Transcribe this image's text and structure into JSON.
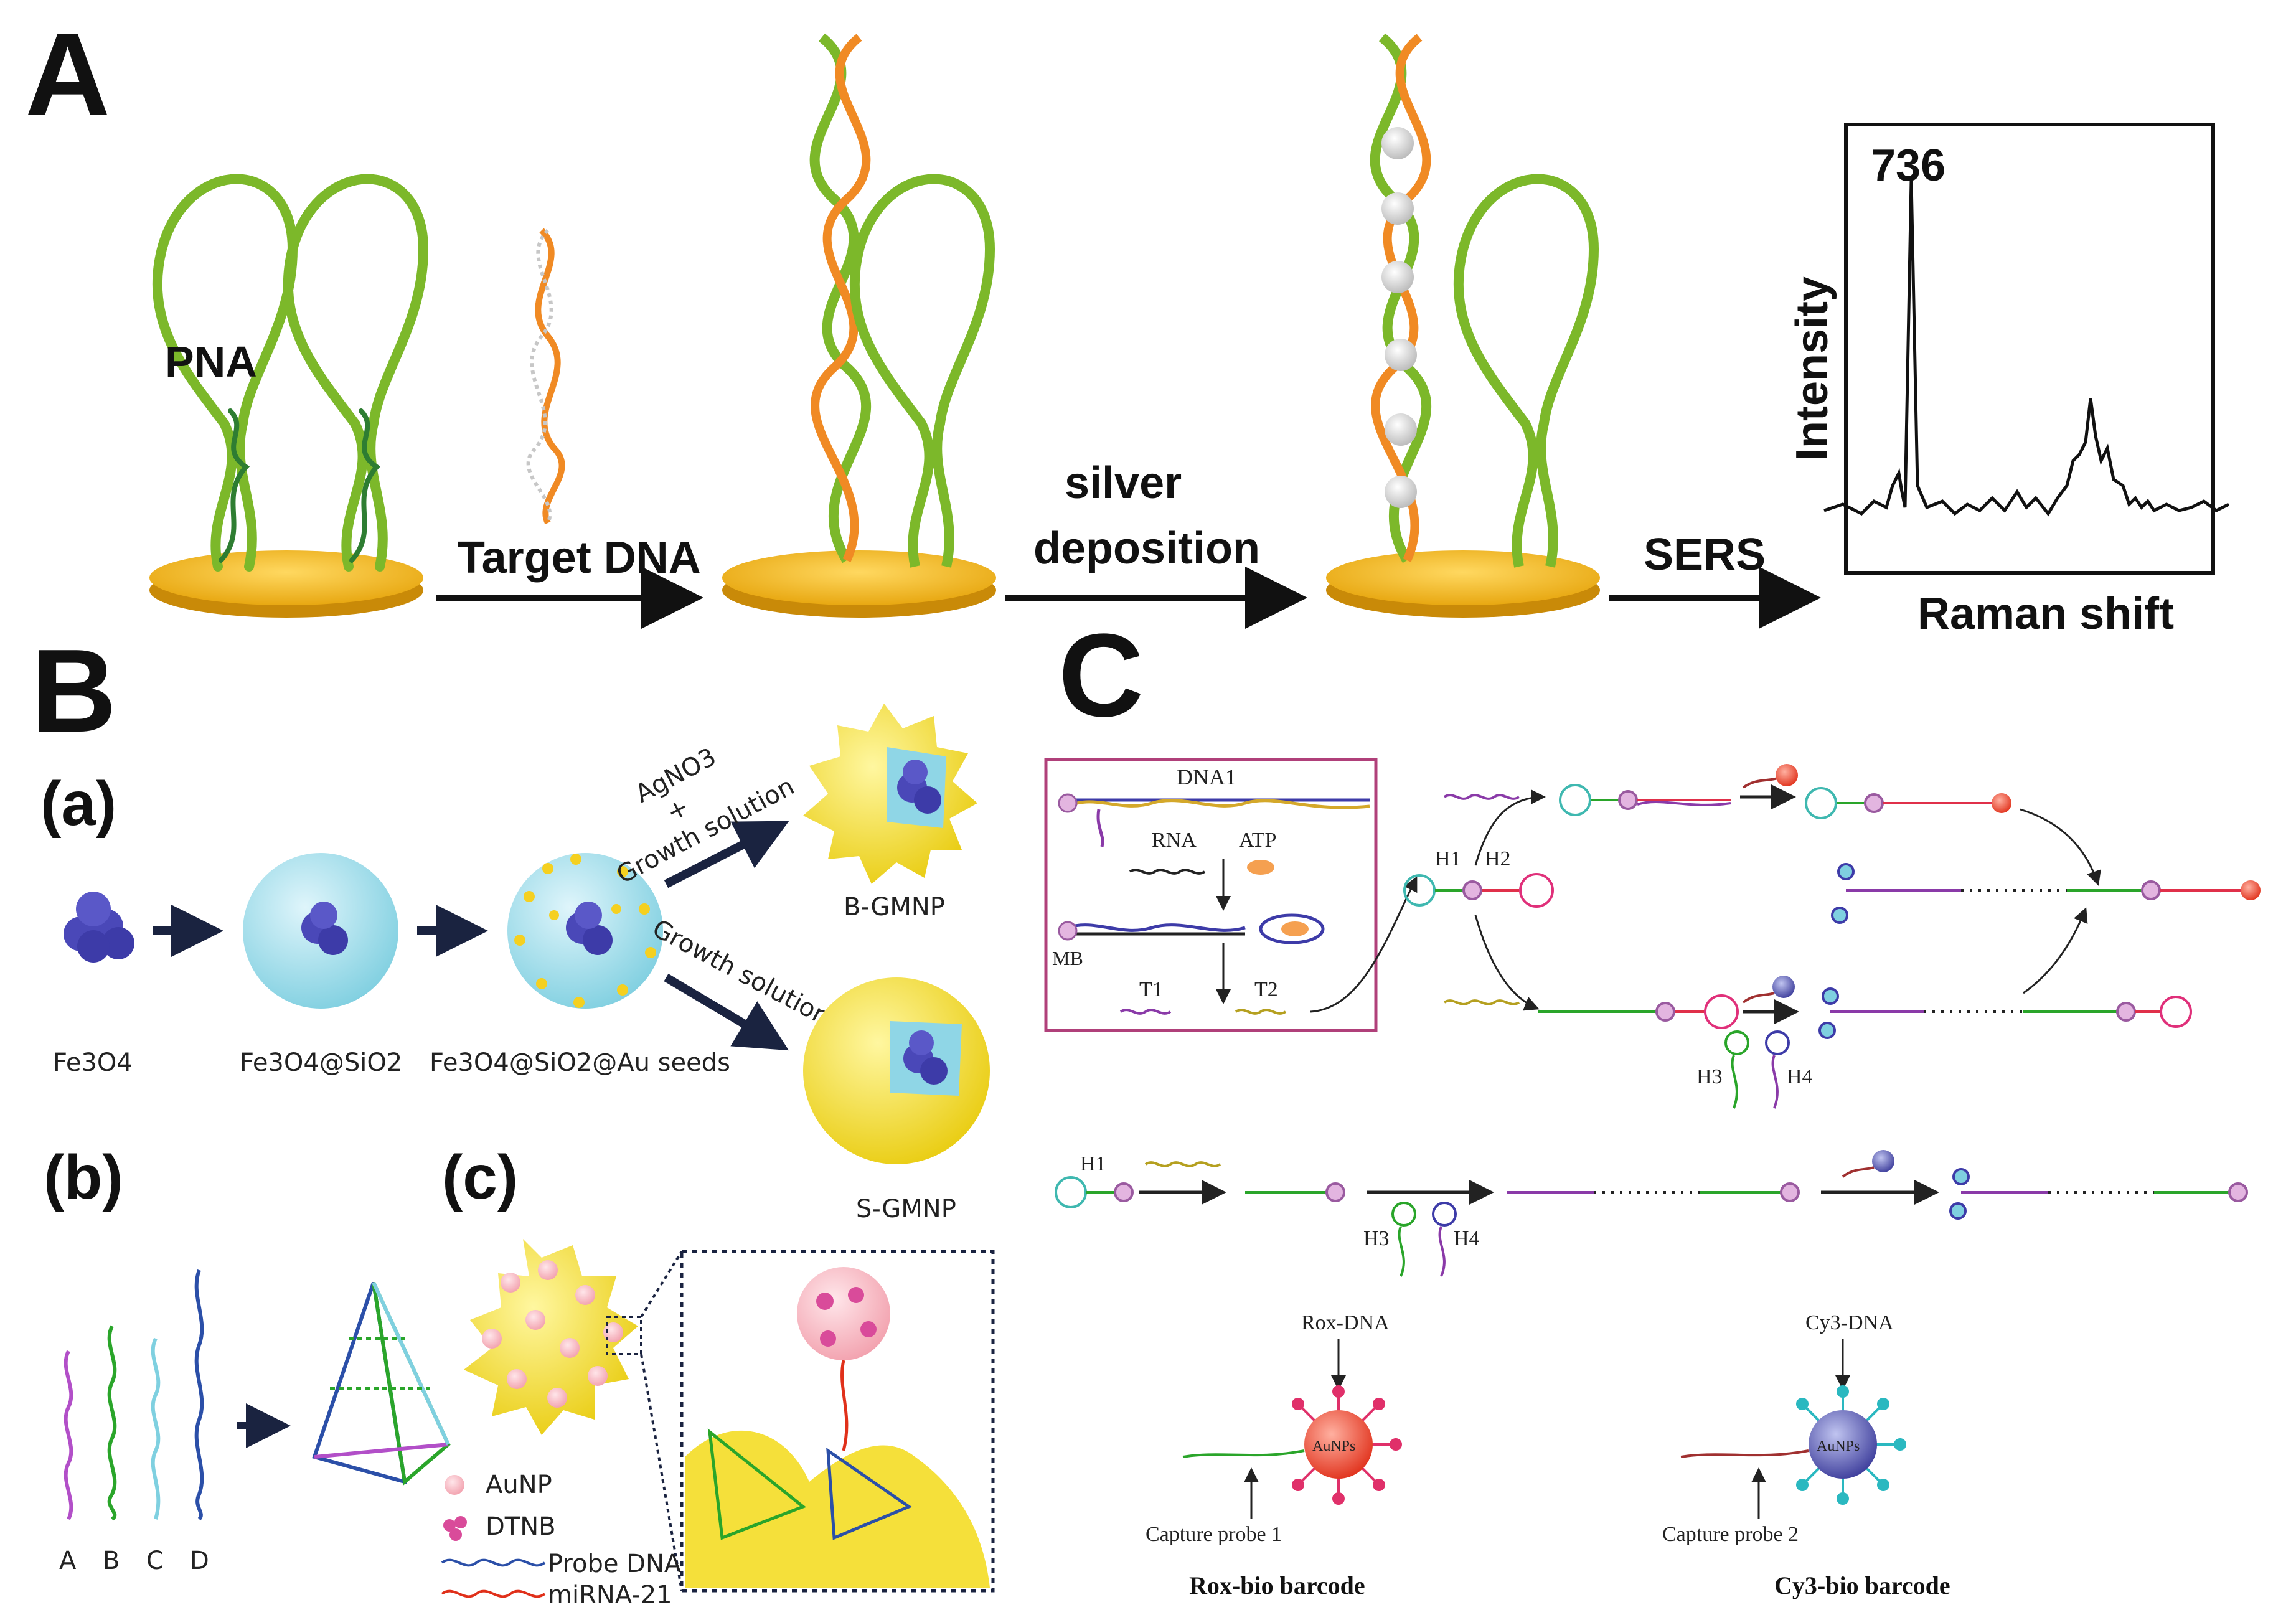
{
  "panels": {
    "A": "A",
    "B": "B",
    "C": "C"
  },
  "panelA": {
    "pna_label": "PNA",
    "step1": "Target DNA",
    "step2_line1": "silver",
    "step2_line2": "deposition",
    "step3": "SERS",
    "spectrum": {
      "peak_label": "736",
      "ylabel": "Intensity",
      "xlabel": "Raman shift"
    }
  },
  "panelB": {
    "sub_a": "(a)",
    "sub_b": "(b)",
    "sub_c": "(c)",
    "reagent_top_line1": "AgNO3",
    "reagent_top_line2": "+",
    "reagent_top_line3": "Growth solution",
    "reagent_bottom": "Growth solution",
    "p1": "Fe3O4",
    "p2": "Fe3O4@SiO2",
    "p3": "Fe3O4@SiO2@Au seeds",
    "p4": "B-GMNP",
    "p5": "S-GMNP",
    "strands": [
      "A",
      "B",
      "C",
      "D"
    ],
    "legend": {
      "aunp": "AuNP",
      "dtnb": "DTNB",
      "probe": "Probe DNA",
      "mirna": "miRNA-21"
    }
  },
  "panelC": {
    "dna1": "DNA1",
    "rna": "RNA",
    "atp": "ATP",
    "mb": "MB",
    "t1": "T1",
    "t2": "T2",
    "h1": "H1",
    "h2": "H2",
    "h3": "H3",
    "h4": "H4",
    "h1b": "H1",
    "h3b": "H3",
    "h4b": "H4",
    "rox_dna": "Rox-DNA",
    "cy3_dna": "Cy3-DNA",
    "aunps": "AuNPs",
    "capture1": "Capture probe 1",
    "capture2": "Capture probe 2",
    "rox_barcode": "Rox-bio  barcode",
    "cy3_barcode": "Cy3-bio  barcode"
  }
}
